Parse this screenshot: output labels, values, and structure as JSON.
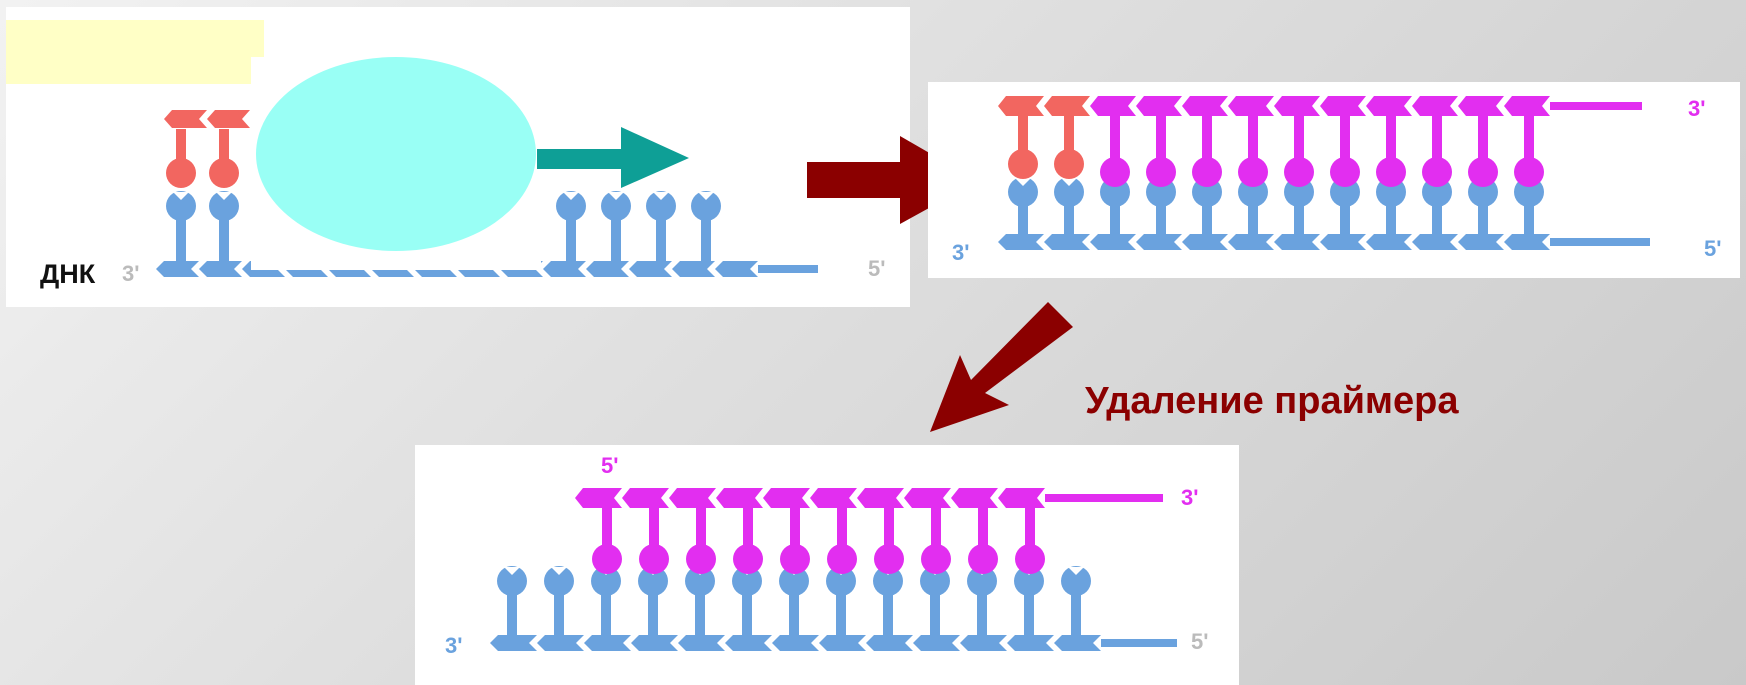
{
  "labels": {
    "dna": "ДНК",
    "three_prime": "3'",
    "five_prime": "5'"
  },
  "caption": "Удаление праймера",
  "colors": {
    "template_strand": "#6aa2de",
    "primer_rna": "#f26660",
    "new_strand": "#e22ef0",
    "enzyme": "#99fff5",
    "note_box": "#ffffc6",
    "teal_arrow": "#0e9f96",
    "step_arrow": "#8b0000",
    "caption": "#8b0000"
  },
  "icons": [
    "dna-polymerase-blob",
    "synthesis-direction-arrow",
    "step-arrow-right",
    "step-arrow-down-left"
  ]
}
